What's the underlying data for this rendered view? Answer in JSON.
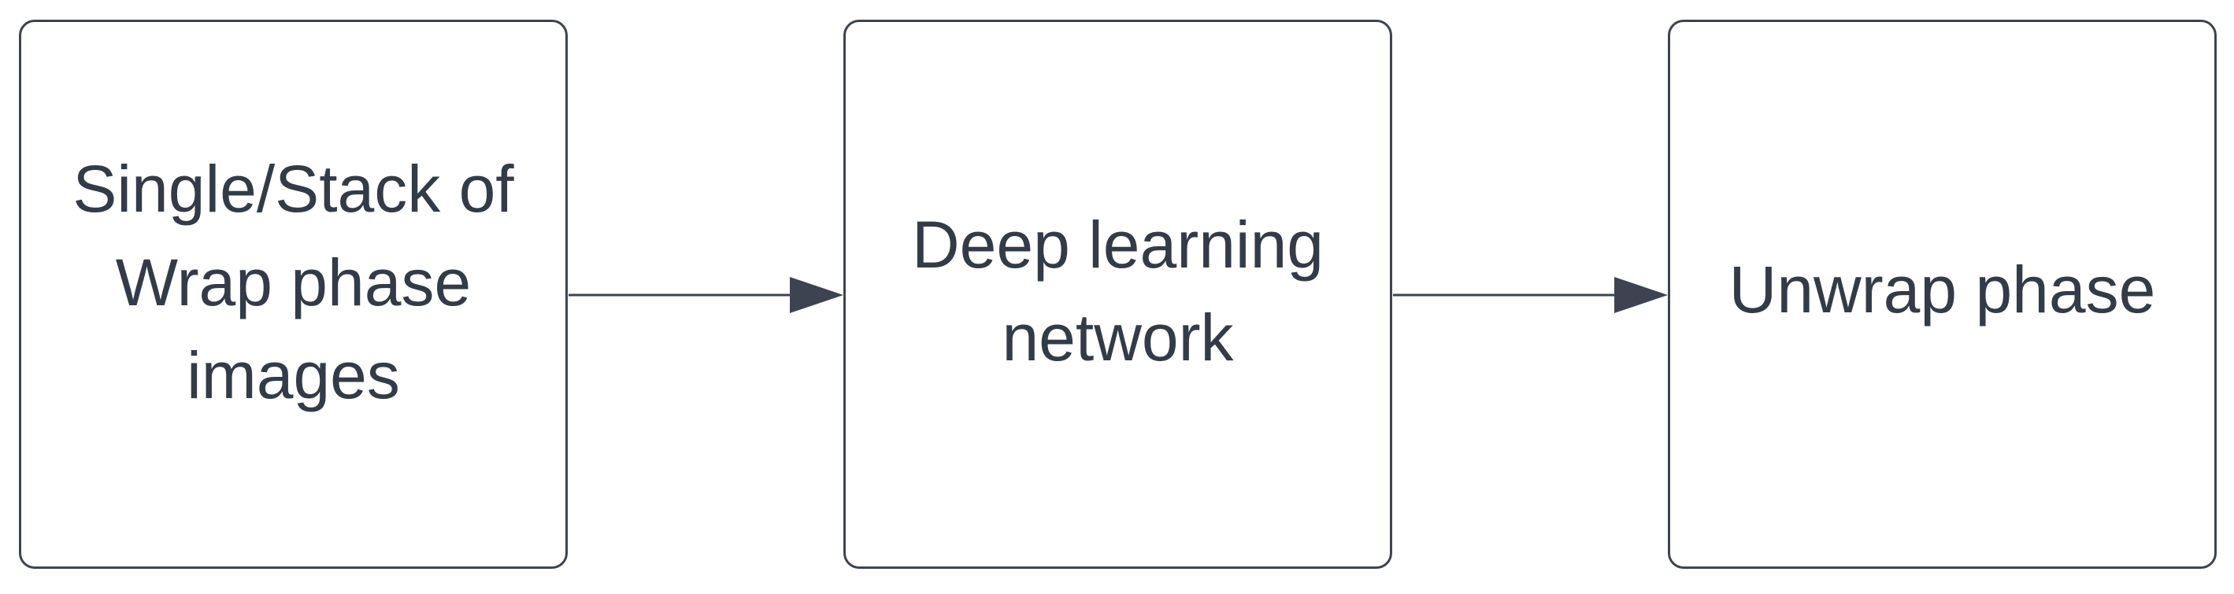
{
  "diagram": {
    "type": "flowchart",
    "colors": {
      "stroke": "#3d4350",
      "text": "#333b48",
      "background": "#ffffff"
    },
    "nodes": [
      {
        "id": "input",
        "label": "Single/Stack of\nWrap phase\nimages"
      },
      {
        "id": "network",
        "label": "Deep learning\nnetwork"
      },
      {
        "id": "output",
        "label": "Unwrap phase"
      }
    ],
    "edges": [
      {
        "from": "input",
        "to": "network"
      },
      {
        "from": "network",
        "to": "output"
      }
    ]
  }
}
